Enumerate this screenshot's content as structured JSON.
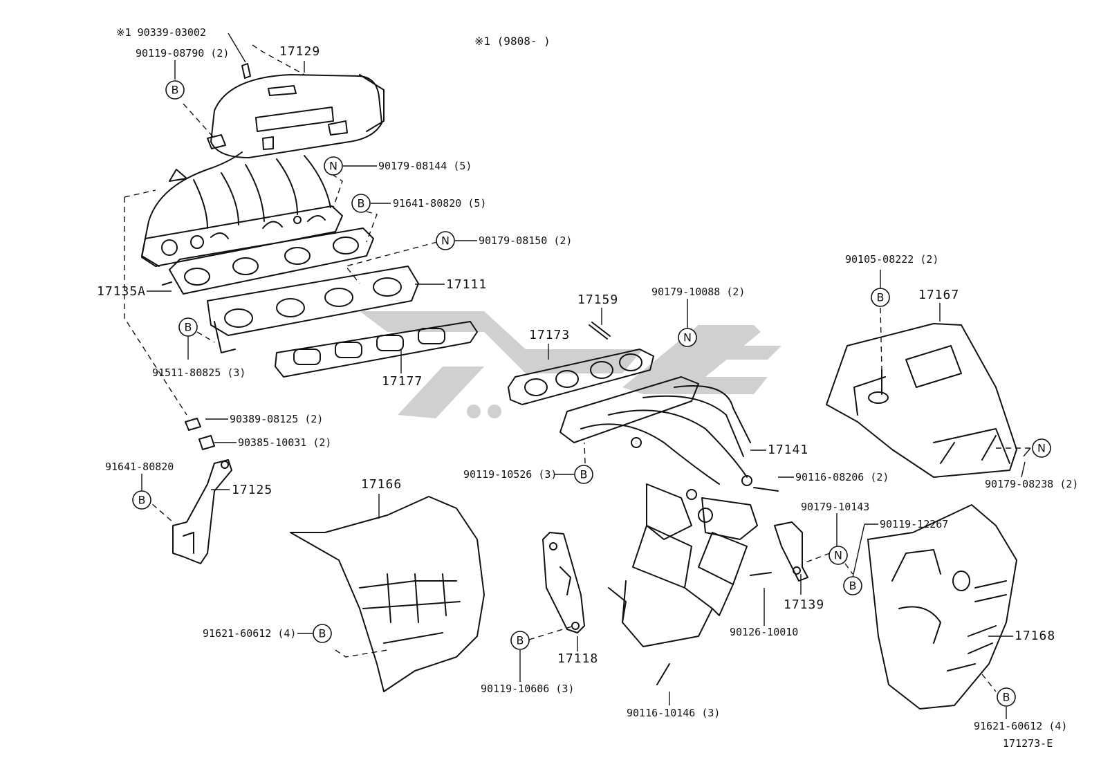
{
  "note_header": "※1 (9808-      )",
  "watermark_text": "كيان",
  "footer_code": "171273-E",
  "badge_b": "B",
  "badge_n": "N",
  "labels": {
    "l_90339": "※1 90339-03002",
    "l_90119_08790": "90119-08790 (2)",
    "l_17129": "17129",
    "l_90179_08144": "90179-08144 (5)",
    "l_91641_80820_5": "91641-80820 (5)",
    "l_90179_08150": "90179-08150 (2)",
    "l_17111": "17111",
    "l_17135a": "17135A",
    "l_91511": "91511-80825 (3)",
    "l_17177": "17177",
    "l_17173": "17173",
    "l_17159": "17159",
    "l_90179_10088": "90179-10088 (2)",
    "l_90105": "90105-08222 (2)",
    "l_17167": "17167",
    "l_90389": "90389-08125 (2)",
    "l_90385": "90385-10031 (2)",
    "l_91641_80820": "91641-80820",
    "l_17125": "17125",
    "l_17166": "17166",
    "l_90119_10526": "90119-10526 (3)",
    "l_17141": "17141",
    "l_90116_08206": "90116-08206 (2)",
    "l_90179_08238": "90179-08238 (2)",
    "l_90179_10143": "90179-10143",
    "l_90119_12267": "90119-12267",
    "l_17139": "17139",
    "l_90126": "90126-10010",
    "l_17168": "17168",
    "l_91621_left": "91621-60612 (4)",
    "l_17118": "17118",
    "l_90119_10606": "90119-10606 (3)",
    "l_90116_10146": "90116-10146 (3)",
    "l_91621_right": "91621-60612 (4)"
  },
  "colors": {
    "line": "#111111",
    "watermark": "#c8c8c8"
  }
}
